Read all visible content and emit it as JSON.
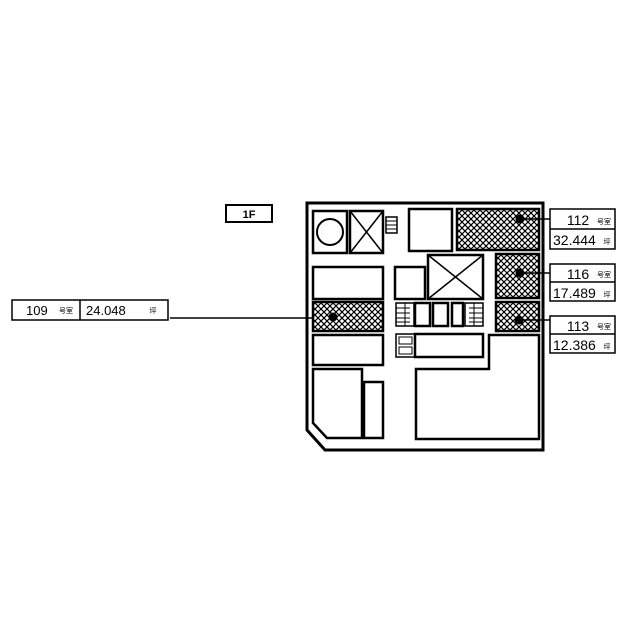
{
  "floor_label": "1F",
  "units": [
    {
      "room": "109",
      "room_suffix": "号室",
      "area": "24.048",
      "area_unit": "坪"
    },
    {
      "room": "112",
      "room_suffix": "号室",
      "area": "32.444",
      "area_unit": "坪"
    },
    {
      "room": "116",
      "room_suffix": "号室",
      "area": "17.489",
      "area_unit": "坪"
    },
    {
      "room": "113",
      "room_suffix": "号室",
      "area": "12.386",
      "area_unit": "坪"
    }
  ]
}
